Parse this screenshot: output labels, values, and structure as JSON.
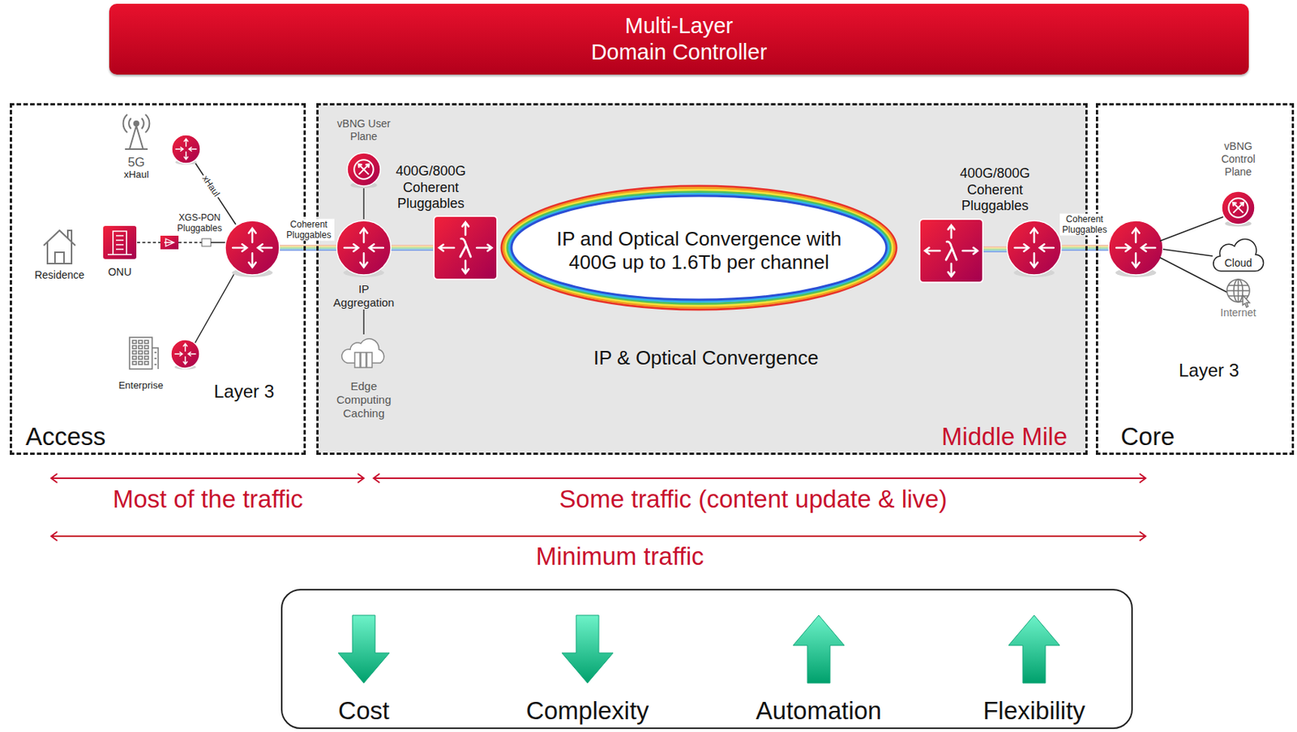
{
  "diagram": {
    "nodes": [
      {
        "text": [
          "Multi-Layer Domain Controller"
        ]
      },
      {
        "text": [
          "Layer 3",
          "Access"
        ]
      },
      {
        "text": [
          "5G",
          "xHaul"
        ],
        "in": 1
      },
      {
        "text": [
          "Residence"
        ],
        "in": 1
      },
      {
        "text": [
          "ONU"
        ],
        "in": 1
      },
      {
        "text": [
          "Enterprise"
        ],
        "in": 1
      },
      {
        "text": [
          "IP & Optical Convergence",
          "Middle Mile"
        ]
      },
      {
        "text": [
          "vBNG User Plane"
        ],
        "in": 6
      },
      {
        "text": [
          "IP Aggregation"
        ],
        "in": 6
      },
      {
        "text": [
          "Edge Computing Caching"
        ],
        "in": 6
      },
      {
        "text": [
          "IP and Optical Convergence with 400G up to 1.6Tb per channel"
        ],
        "in": 6
      },
      {
        "text": [
          "Layer 3",
          "Core"
        ]
      },
      {
        "text": [
          "vBNG Control Plane"
        ],
        "in": 11
      },
      {
        "text": [
          "Cloud"
        ],
        "in": 11
      },
      {
        "text": [
          "Internet"
        ],
        "in": 11
      },
      {
        "text": [
          "Cost",
          "Complexity",
          "Automation",
          "Flexibility"
        ]
      }
    ],
    "edges": [
      {
        "from": 7,
        "to": 8,
        "arrow": "none"
      },
      {
        "from": 8,
        "to": 9,
        "arrow": "none"
      }
    ],
    "labels": [
      "xHaul",
      "XGS-PON Pluggables",
      "Coherent Pluggables",
      "400G/800G Coherent Pluggables",
      "400G/800G Coherent Pluggables",
      "Coherent Pluggables",
      "Most of the traffic",
      "Some traffic (content update & live)",
      "Minimum traffic"
    ]
  }
}
